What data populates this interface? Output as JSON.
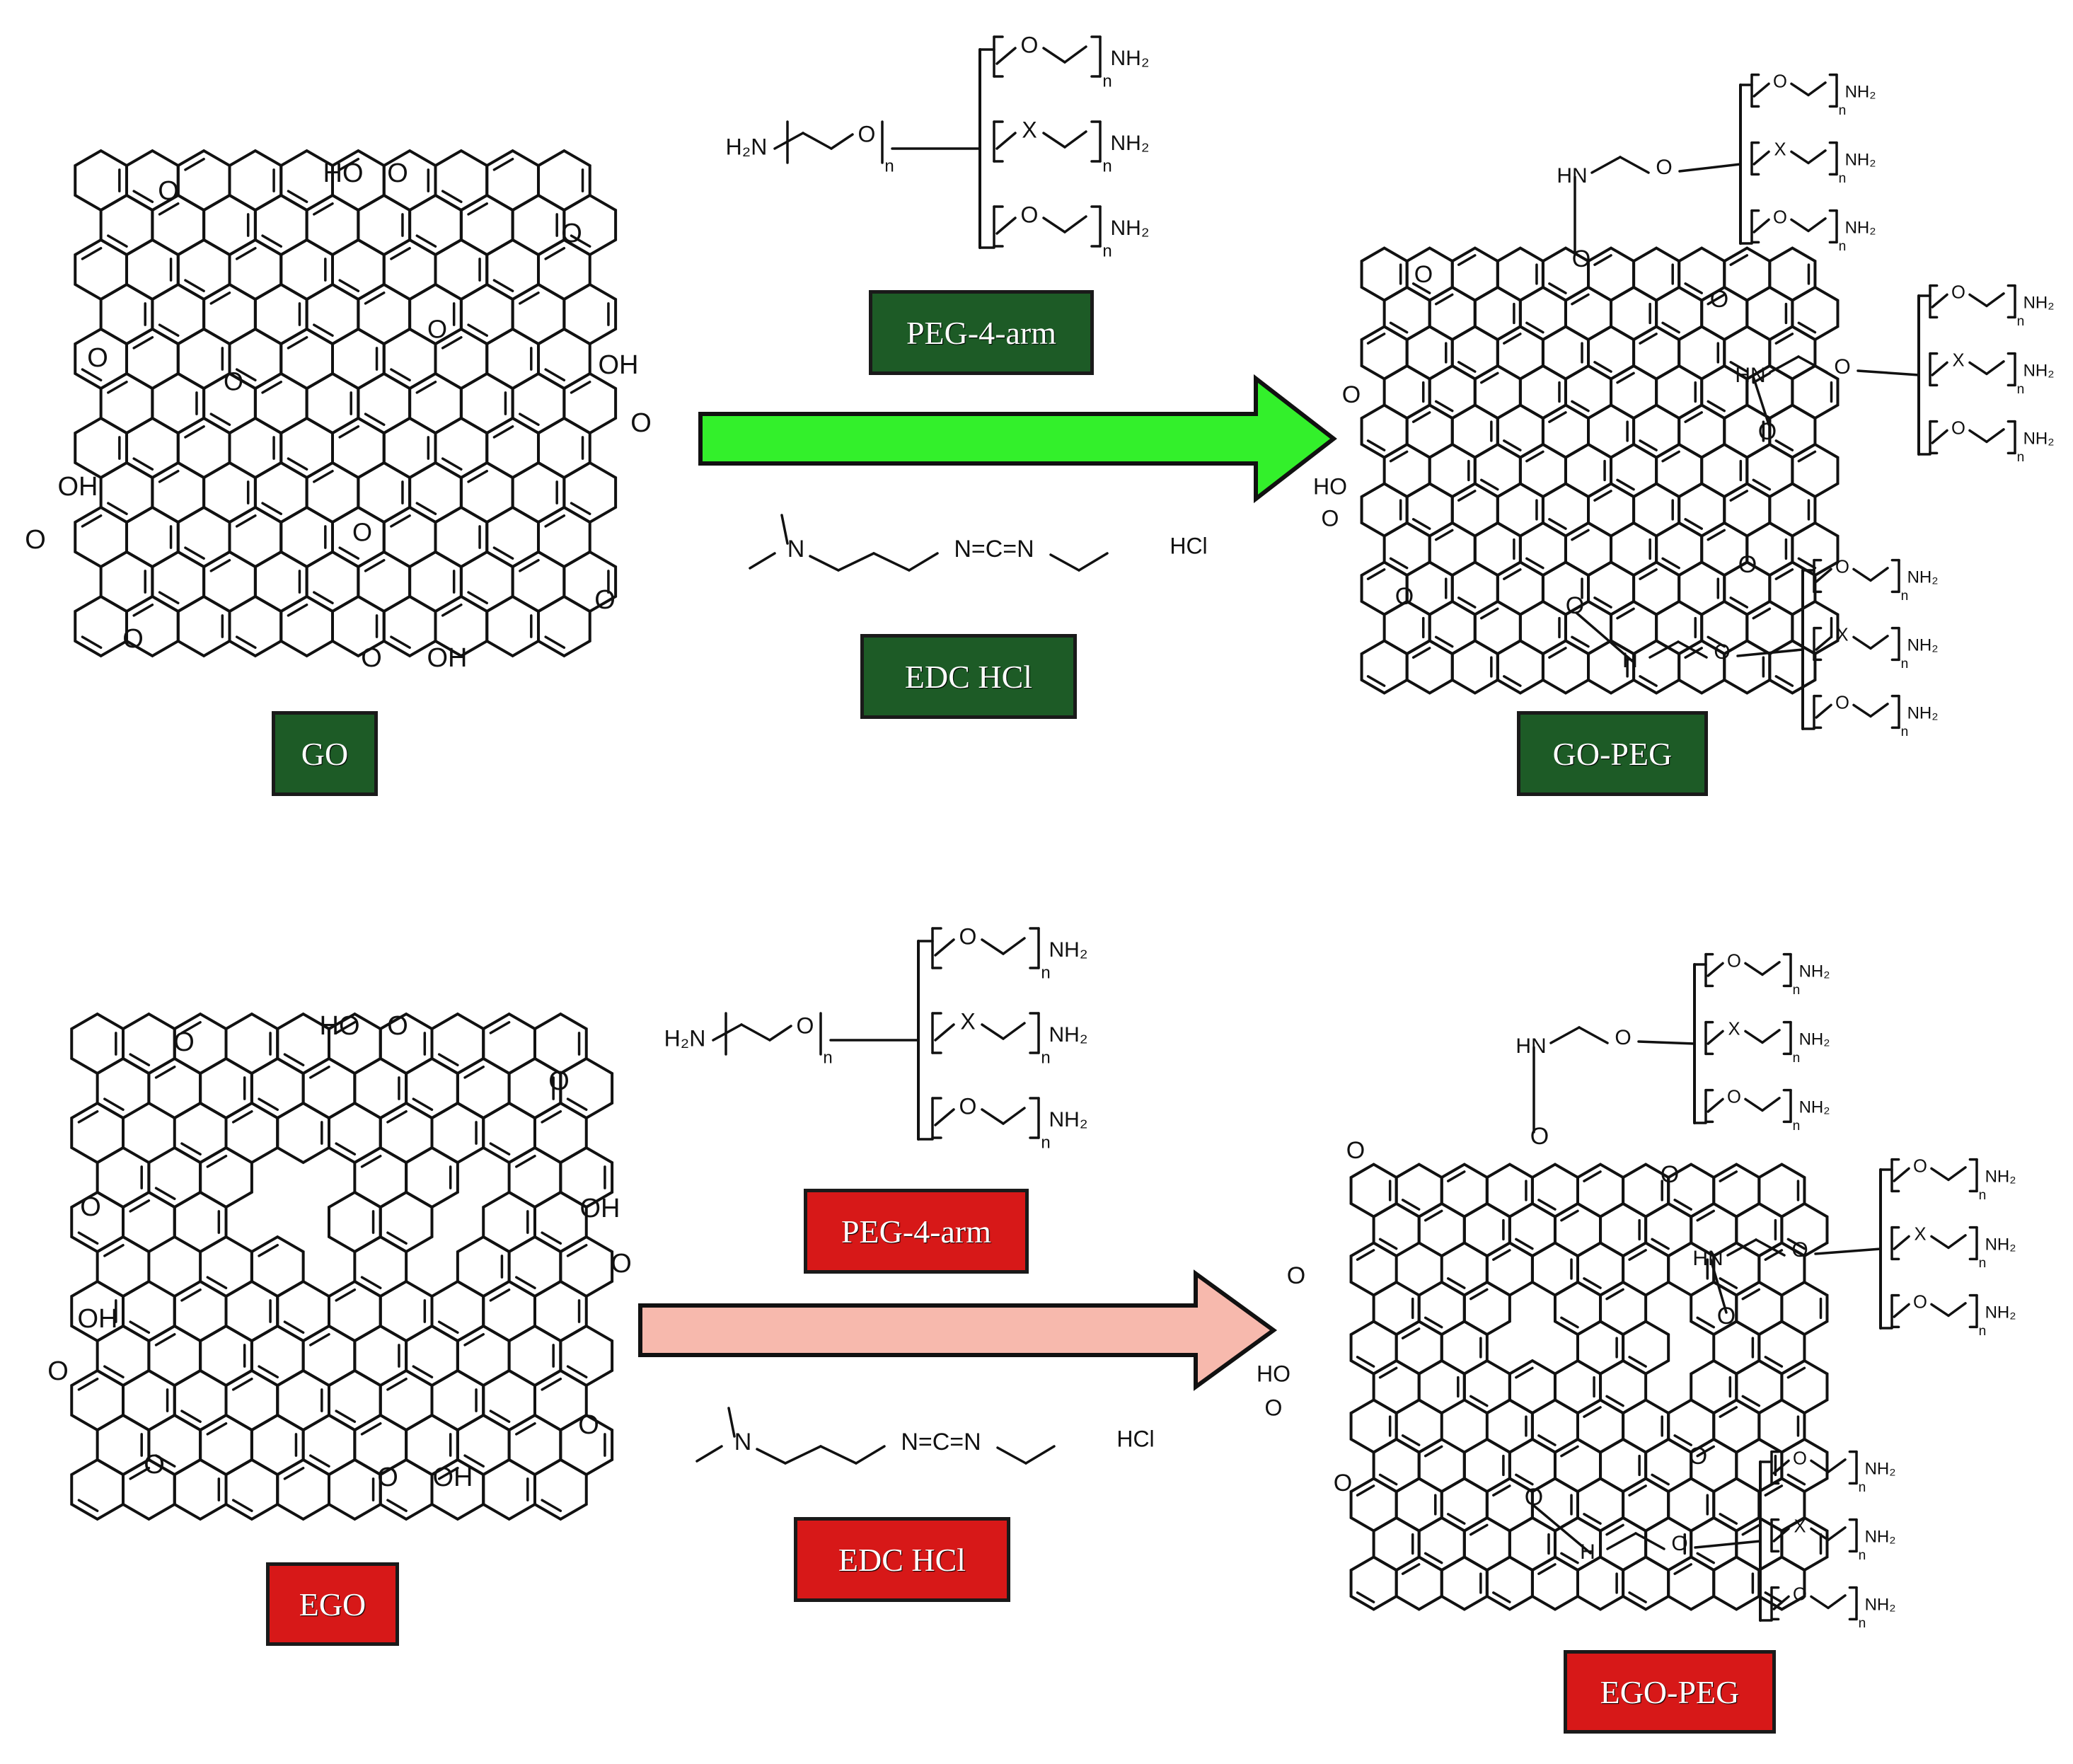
{
  "colors": {
    "green_box": "#1d5b26",
    "red_box": "#d71818",
    "green_arrow": "#33f02b",
    "pink_arrow": "#f7b9ad",
    "ink": "#111111"
  },
  "top_row": {
    "reactant_label": "GO",
    "reagent1_label": "PEG-4-arm",
    "reagent2_label": "EDC HCl",
    "product_label": "GO-PEG"
  },
  "bottom_row": {
    "reactant_label": "EGO",
    "reagent1_label": "PEG-4-arm",
    "reagent2_label": "EDC HCl",
    "product_label": "EGO-PEG"
  },
  "chem_text": {
    "cooh_top": "HO",
    "cooh_o": "O",
    "oh": "OH",
    "o": "O",
    "hcl": "HCl",
    "h2n": "H₂N",
    "nh2": "NH₂",
    "n_sub": "n",
    "n_atom": "N",
    "carbodiimide": "N=C=N",
    "hn": "HN",
    "ho": "HO",
    "h": "H"
  },
  "icons": {
    "arrow_top": "thick-right-arrow-icon",
    "arrow_bottom": "thick-right-arrow-icon"
  }
}
